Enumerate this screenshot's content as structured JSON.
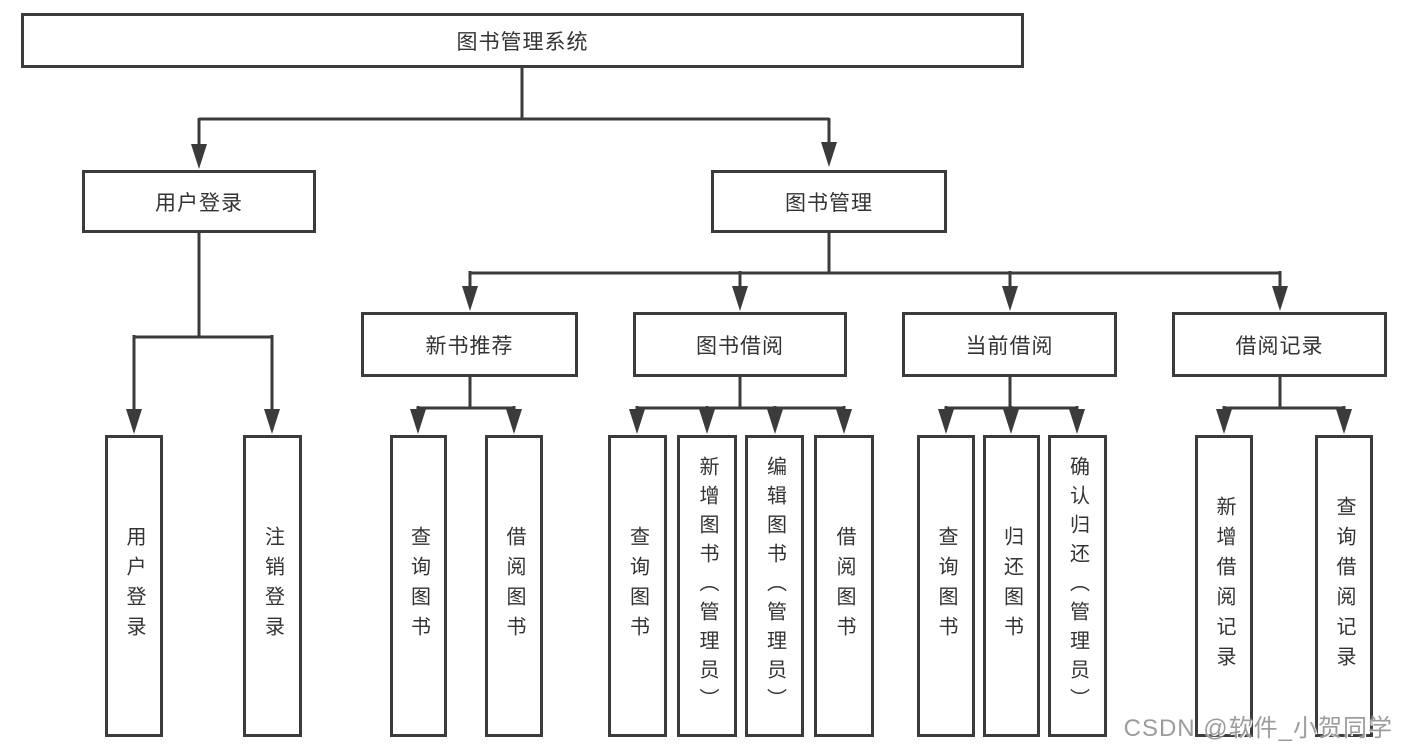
{
  "diagram": {
    "title": "图书管理系统",
    "root": {
      "label": "图书管理系统"
    },
    "level2": [
      {
        "id": "user-login-module",
        "label": "用户登录"
      },
      {
        "id": "book-management-module",
        "label": "图书管理"
      }
    ],
    "level3": [
      {
        "id": "new-book-recommend",
        "label": "新书推荐",
        "parent": "图书管理"
      },
      {
        "id": "book-borrow",
        "label": "图书借阅",
        "parent": "图书管理"
      },
      {
        "id": "current-borrow",
        "label": "当前借阅",
        "parent": "图书管理"
      },
      {
        "id": "borrow-records",
        "label": "借阅记录",
        "parent": "图书管理"
      }
    ],
    "leaves": [
      {
        "id": "user-login",
        "label": "用户登录",
        "parent": "用户登录"
      },
      {
        "id": "logout",
        "label": "注销登录",
        "parent": "用户登录"
      },
      {
        "id": "query-books-recommend",
        "label": "查询图书",
        "parent": "新书推荐"
      },
      {
        "id": "borrow-books-recommend",
        "label": "借阅图书",
        "parent": "新书推荐"
      },
      {
        "id": "query-books-borrow",
        "label": "查询图书",
        "parent": "图书借阅"
      },
      {
        "id": "add-books-admin",
        "label": "新增图书（管理员）",
        "parent": "图书借阅"
      },
      {
        "id": "edit-books-admin",
        "label": "编辑图书（管理员）",
        "parent": "图书借阅"
      },
      {
        "id": "borrow-books",
        "label": "借阅图书",
        "parent": "图书借阅"
      },
      {
        "id": "query-books-current",
        "label": "查询图书",
        "parent": "当前借阅"
      },
      {
        "id": "return-books",
        "label": "归还图书",
        "parent": "当前借阅"
      },
      {
        "id": "confirm-return-admin",
        "label": "确认归还（管理员）",
        "parent": "当前借阅"
      },
      {
        "id": "add-borrow-record",
        "label": "新增借阅记录",
        "parent": "借阅记录"
      },
      {
        "id": "query-borrow-record",
        "label": "查询借阅记录",
        "parent": "借阅记录"
      }
    ]
  },
  "watermark": {
    "text": "CSDN @软件_小贺同学"
  },
  "colors": {
    "line": "#3b3b3b",
    "text": "#333333",
    "watermark": "#9c9c9c",
    "background": "#ffffff"
  }
}
